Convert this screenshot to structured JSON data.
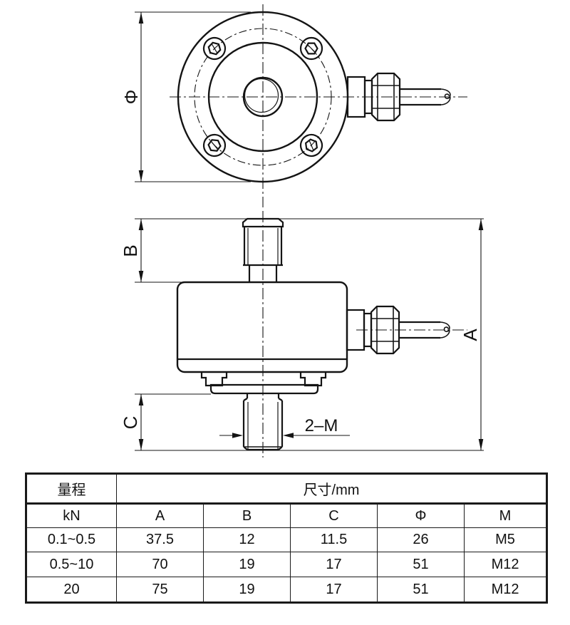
{
  "drawing": {
    "labels": {
      "diameter": "Φ",
      "total_height": "A",
      "top_stud_height": "B",
      "bottom_height": "C",
      "thread_spec": "2–M"
    }
  },
  "table": {
    "range_header": "量程",
    "dim_header": "尺寸/mm",
    "unit_row": [
      "kN",
      "A",
      "B",
      "C",
      "Φ",
      "M"
    ],
    "rows": [
      [
        "0.1~0.5",
        "37.5",
        "12",
        "11.5",
        "26",
        "M5"
      ],
      [
        "0.5~10",
        "70",
        "19",
        "17",
        "51",
        "M12"
      ],
      [
        "20",
        "75",
        "19",
        "17",
        "51",
        "M12"
      ]
    ]
  }
}
